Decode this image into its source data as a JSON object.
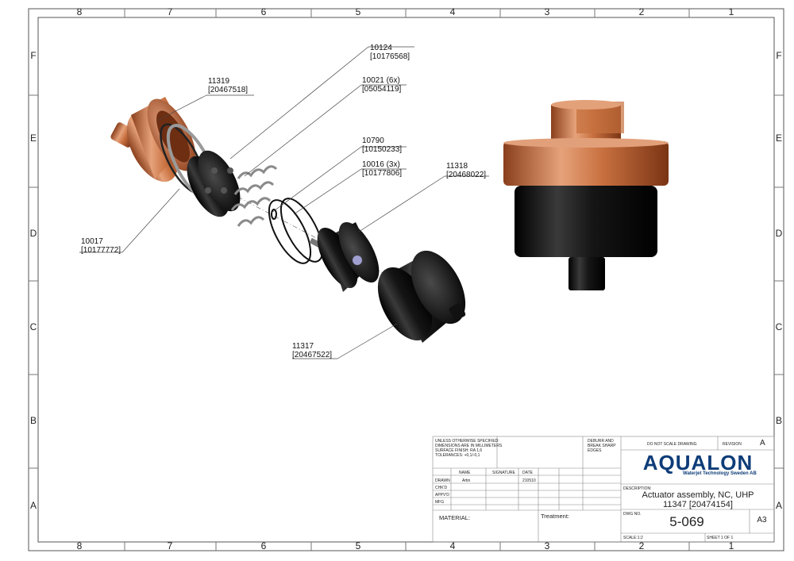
{
  "border": {
    "cols": [
      "8",
      "7",
      "6",
      "5",
      "4",
      "3",
      "2",
      "1"
    ],
    "rows": [
      "F",
      "E",
      "D",
      "C",
      "B",
      "A"
    ]
  },
  "callouts": [
    {
      "id": "11319",
      "line1": "11319",
      "line2": "[20467518]"
    },
    {
      "id": "10124",
      "line1": "10124",
      "line2": "[10176568]"
    },
    {
      "id": "10021",
      "line1": "10021 (6x)",
      "line2": "[05054119]"
    },
    {
      "id": "10790",
      "line1": "10790",
      "line2": "[10150233]"
    },
    {
      "id": "10016",
      "line1": "10016 (3x)",
      "line2": "[10177806]"
    },
    {
      "id": "11318",
      "line1": "11318",
      "line2": "[20468022]"
    },
    {
      "id": "10017",
      "line1": "10017",
      "line2": "[10177772]"
    },
    {
      "id": "11317",
      "line1": "11317",
      "line2": "[20467522]"
    }
  ],
  "title_block": {
    "notes": [
      "UNLESS OTHERWISE SPECIFIED:",
      "DIMENSIONS ARE IN MILLIMETERS",
      "SURFACE FINISH: RA 1,6",
      "TOLERANCES: +0,1/-0,1"
    ],
    "deburr": [
      "DEBURR AND",
      "BREAK SHARP",
      "EDGES"
    ],
    "do_not_scale": "DO NOT SCALE DRAWING",
    "revision_label": "REVISION",
    "revision": "A",
    "headers": {
      "name": "NAME",
      "signature": "SIGNATURE",
      "date": "DATE"
    },
    "roles": [
      "DRAWN",
      "CHK'D",
      "APPV'D",
      "MFG"
    ],
    "drawn_name": "Artin",
    "drawn_date": "210510",
    "material_label": "MATERIAL:",
    "treatment_label": "Treatment:",
    "logo": "AQUALON",
    "logo_sub": "Waterjet Technology Sweden AB",
    "description_label": "DESCRIPTION:",
    "description_line1": "Actuator assembly, NC, UHP",
    "description_line2": "11347 [20474154]",
    "dwg_no_label": "DWG NO.",
    "dwg_no": "5-069",
    "sheet_size": "A3",
    "scale": "SCALE:1:2",
    "sheet": "SHEET 1 OF 1"
  },
  "colors": {
    "copper": "#c8703f",
    "black": "#141414",
    "line": "#444444"
  }
}
